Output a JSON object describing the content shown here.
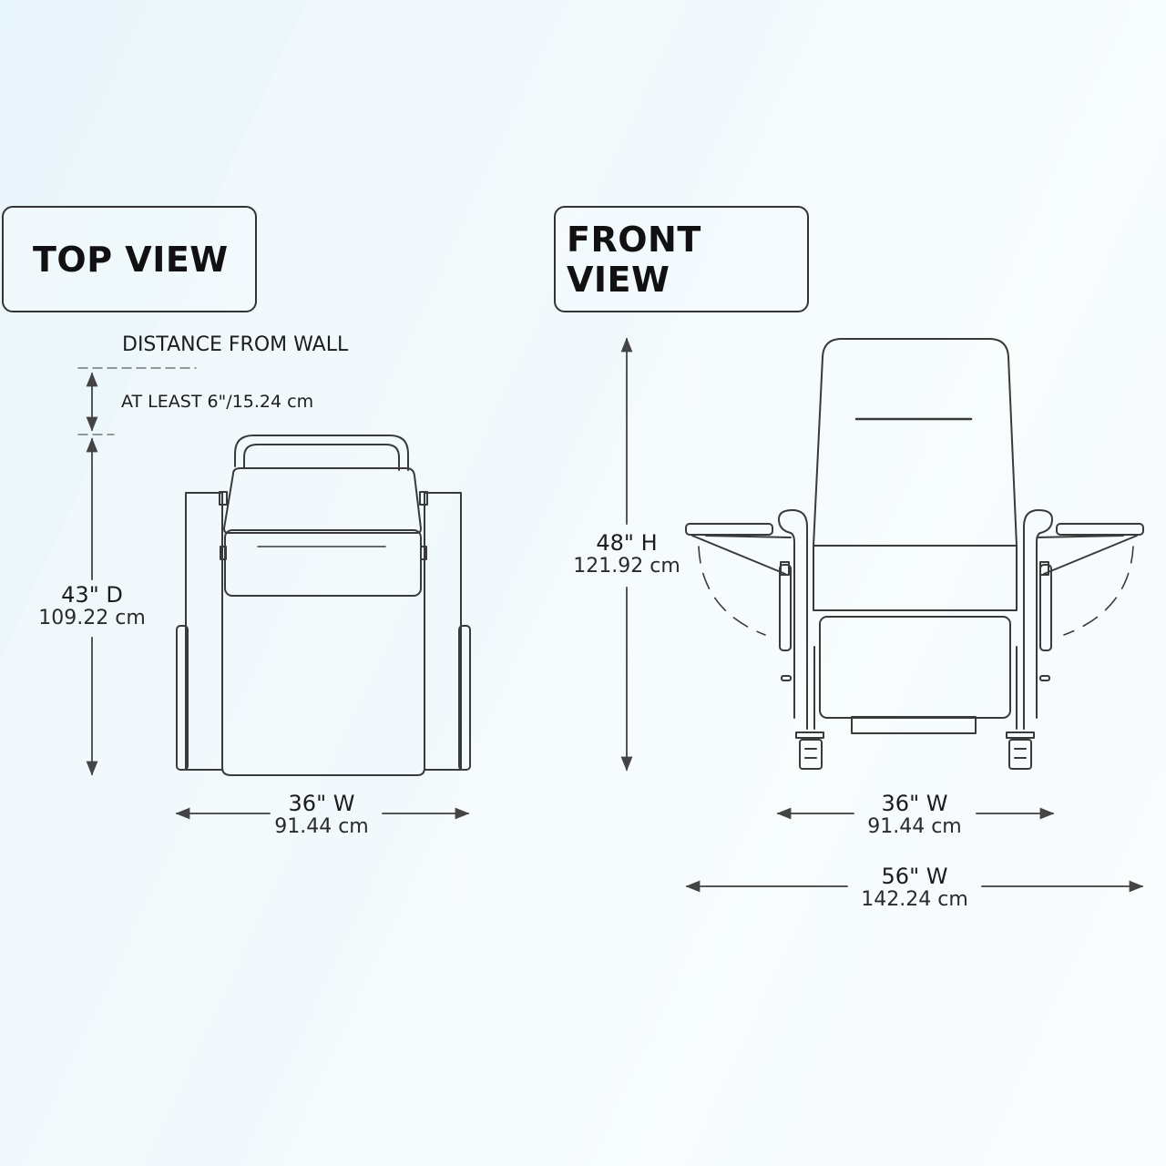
{
  "top_view": {
    "label": "TOP VIEW",
    "wall_note": {
      "title": "DISTANCE FROM WALL",
      "clearance": "AT LEAST 6\"/15.24 cm"
    },
    "depth": {
      "imperial": "43\" D",
      "metric": "109.22 cm"
    },
    "width": {
      "imperial": "36\" W",
      "metric": "91.44 cm"
    }
  },
  "front_view": {
    "label": "FRONT VIEW",
    "height": {
      "imperial": "48\" H",
      "metric": "121.92 cm"
    },
    "width": {
      "imperial": "36\" W",
      "metric": "91.44 cm"
    },
    "width_with_trays": {
      "imperial": "56\" W",
      "metric": "142.24 cm"
    }
  },
  "colors": {
    "background": "#eff8fb",
    "line": "#3a3a3a",
    "text": "#1a1a1a"
  }
}
